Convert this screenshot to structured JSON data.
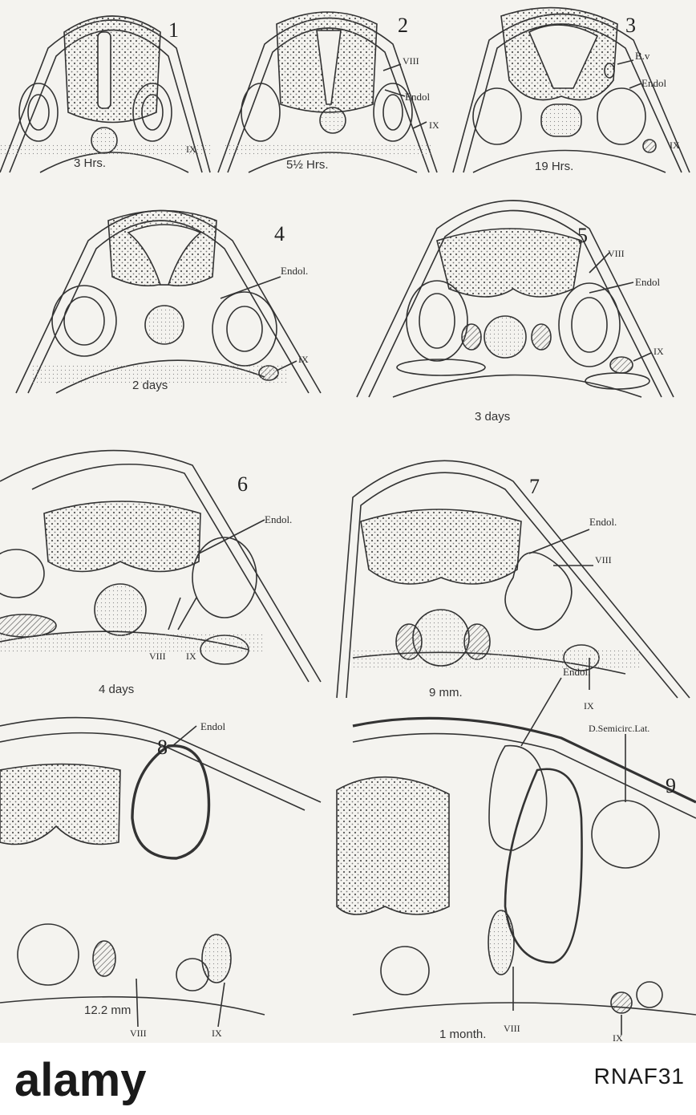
{
  "figure": {
    "panels": [
      {
        "number": "1",
        "caption": "3 Hrs.",
        "labels": [
          "IX"
        ]
      },
      {
        "number": "2",
        "caption": "5½ Hrs.",
        "labels": [
          "VIII",
          "Endol",
          "IX"
        ]
      },
      {
        "number": "3",
        "caption": "19 Hrs.",
        "labels": [
          "B.v",
          "Endol",
          "IX"
        ]
      },
      {
        "number": "4",
        "caption": "2 days",
        "labels": [
          "Endol.",
          "IX"
        ]
      },
      {
        "number": "5",
        "caption": "3 days",
        "labels": [
          "VIII",
          "Endol",
          "IX"
        ]
      },
      {
        "number": "6",
        "caption": "4 days",
        "labels": [
          "Endol.",
          "VIII",
          "IX"
        ]
      },
      {
        "number": "7",
        "caption": "9 mm.",
        "labels": [
          "Endol.",
          "VIII",
          "IX"
        ]
      },
      {
        "number": "8",
        "caption": "12.2 mm",
        "labels": [
          "Endol",
          "VIII",
          "IX"
        ]
      },
      {
        "number": "9",
        "caption": "1 month.",
        "labels": [
          "Endol.",
          "D.Semicirc.Lat.",
          "VIII",
          "IX"
        ]
      }
    ]
  },
  "footer": {
    "watermark": "alamy",
    "image_code": "RNAF31"
  },
  "colors": {
    "ink": "#2a2a2a",
    "paper": "#f4f3ef"
  }
}
